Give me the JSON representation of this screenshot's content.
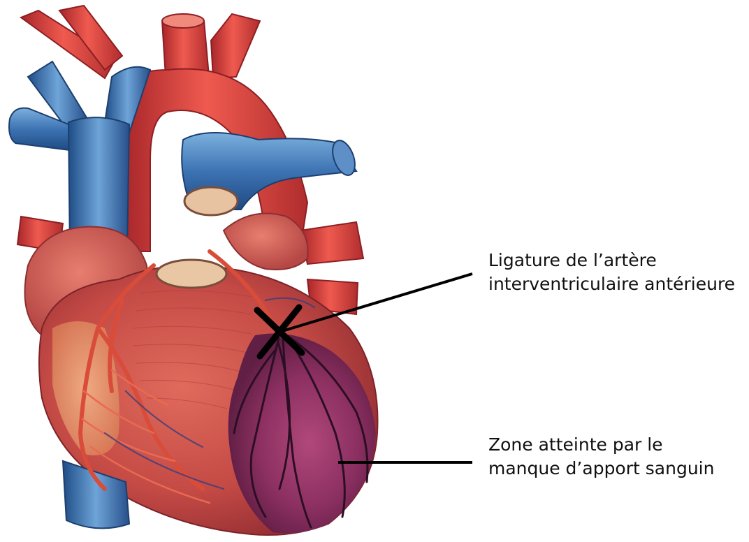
{
  "annotations": {
    "ligature": {
      "line1": "Ligature de l’artère",
      "line2": "interventriculaire antérieure"
    },
    "zone": {
      "line1": "Zone atteinte par le",
      "line2": "manque d’apport sanguin"
    }
  },
  "colors": {
    "artery_red": "#d8433f",
    "vein_blue": "#3f78b8",
    "myocardium": "#c9524a",
    "infarct_purple": "#8a2f63",
    "leader_line": "#000000"
  }
}
